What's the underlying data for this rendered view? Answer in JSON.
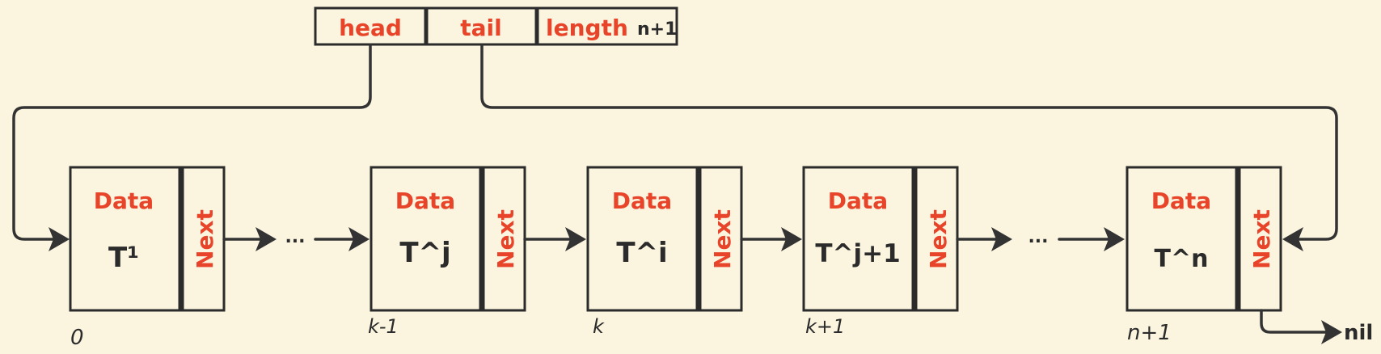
{
  "header": {
    "head_label": "head",
    "tail_label": "tail",
    "length_label": "length",
    "length_value": "n+1"
  },
  "nodes": [
    {
      "data_label": "Data",
      "value": "T¹",
      "next_label": "Next",
      "index": "0"
    },
    {
      "data_label": "Data",
      "value": "T^j",
      "next_label": "Next",
      "index": "k-1"
    },
    {
      "data_label": "Data",
      "value": "T^i",
      "next_label": "Next",
      "index": "k"
    },
    {
      "data_label": "Data",
      "value": "T^j+1",
      "next_label": "Next",
      "index": "k+1"
    },
    {
      "data_label": "Data",
      "value": "T^n",
      "next_label": "Next",
      "index": "n+1"
    }
  ],
  "gaps": [
    "...",
    "..."
  ],
  "terminal": "nil",
  "colors": {
    "background": "#fbf5df",
    "accent": "#e8442a",
    "ink": "#2b2b2b"
  }
}
